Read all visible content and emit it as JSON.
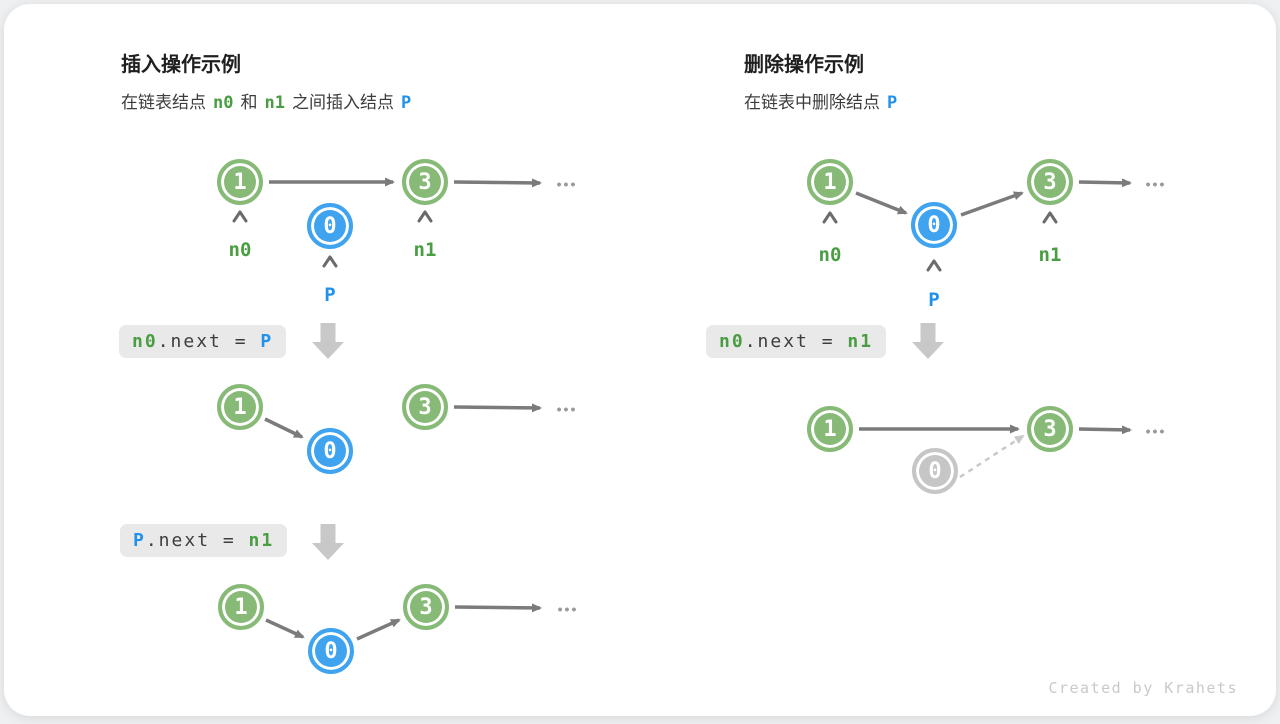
{
  "insert": {
    "title": "插入操作示例",
    "subtitle": {
      "pre": "在链表结点",
      "n0": "n0",
      "and": "和",
      "n1": "n1",
      "post": "之间插入结点",
      "p": "P"
    },
    "node1": "1",
    "node_p": "0",
    "node3": "3",
    "label_n0": "n0",
    "label_n1": "n1",
    "label_p": "P",
    "ellipsis": "•••",
    "code1": {
      "lhs": "n0",
      "mid": ".next = ",
      "rhs": "P"
    },
    "code2": {
      "lhs": "P",
      "mid": ".next = ",
      "rhs": "n1"
    }
  },
  "delete": {
    "title": "删除操作示例",
    "subtitle": {
      "pre": "在链表中删除结点",
      "p": "P"
    },
    "node1": "1",
    "node_p": "0",
    "node3": "3",
    "label_n0": "n0",
    "label_n1": "n1",
    "label_p": "P",
    "ellipsis": "•••",
    "code1": {
      "lhs": "n0",
      "mid": ".next = ",
      "rhs": "n1"
    }
  },
  "credit": "Created by Krahets",
  "colors": {
    "node_green": "#87ba77",
    "node_blue": "#3fa3f0",
    "node_gray": "#c6c6c6",
    "text_green": "#4a9d43",
    "text_blue": "#2191ea",
    "arrow_gray": "#7b7b7b",
    "arrow_light": "#c9c9c9",
    "code_bg": "#e9e9e9",
    "block_arrow": "#c8c8c8"
  }
}
